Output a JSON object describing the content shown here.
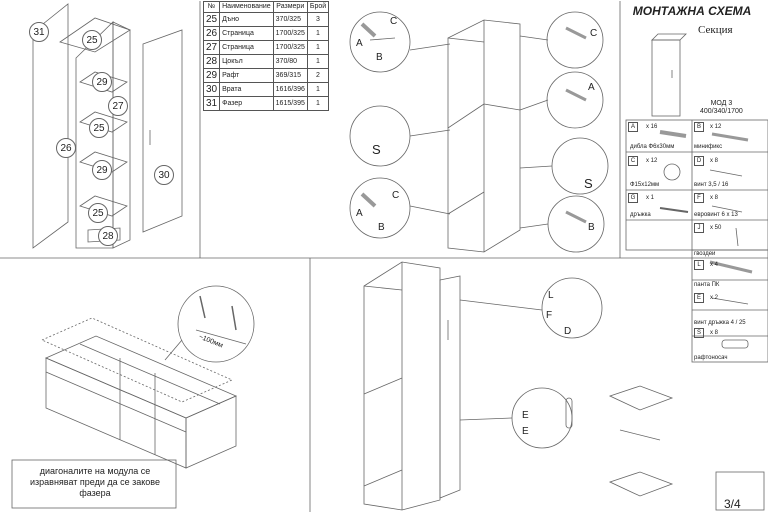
{
  "parts_table": {
    "headers": [
      "№",
      "Наименование",
      "Размери",
      "Брой"
    ],
    "rows": [
      [
        "25",
        "Дъно",
        "370/325",
        "3"
      ],
      [
        "26",
        "Страница",
        "1700/325",
        "1"
      ],
      [
        "27",
        "Страница",
        "1700/325",
        "1"
      ],
      [
        "28",
        "Цокъл",
        "370/80",
        "1"
      ],
      [
        "29",
        "Рафт",
        "369/315",
        "2"
      ],
      [
        "30",
        "Врата",
        "1616/396",
        "1"
      ],
      [
        "31",
        "Фазер",
        "1615/395",
        "1"
      ]
    ]
  },
  "header": {
    "title": "МОНТАЖНА СХЕМА",
    "subtitle": "Секция",
    "model_line1": "МОД 3",
    "model_line2": "400/340/1700"
  },
  "exploded_labels": [
    "31",
    "25",
    "29",
    "27",
    "26",
    "25",
    "29",
    "25",
    "28",
    "30"
  ],
  "detail_letters": [
    "A",
    "B",
    "C",
    "A",
    "B",
    "C",
    "S",
    "S",
    "A",
    "B",
    "C"
  ],
  "hardware": [
    {
      "code": "A",
      "qty": "x 16",
      "name": "дибла Ф6х30мм"
    },
    {
      "code": "B",
      "qty": "x 12",
      "name": "минификс"
    },
    {
      "code": "C",
      "qty": "x 12",
      "name": "Ф15х12мм"
    },
    {
      "code": "D",
      "qty": "x 8",
      "name": "винт 3,5 / 16"
    },
    {
      "code": "G",
      "qty": "x 1",
      "name": "дръжка"
    },
    {
      "code": "F",
      "qty": "x 8",
      "name": "евровинт 6 х 13"
    },
    {
      "code": "J",
      "qty": "x 50",
      "name": "гвоздеи"
    },
    {
      "code": "L",
      "qty": "x 4",
      "name": "панта ПК"
    },
    {
      "code": "E",
      "qty": "x 2",
      "name": "винт дръжка 4 / 25"
    },
    {
      "code": "S",
      "qty": "x 8",
      "name": "рафтоносач"
    }
  ],
  "nail_distance": "~100мм",
  "hinge_letters": [
    "L",
    "F",
    "D",
    "E",
    "E"
  ],
  "note": "диагоналите на модула се изравняват преди да се закове фазера",
  "page": "3/4"
}
